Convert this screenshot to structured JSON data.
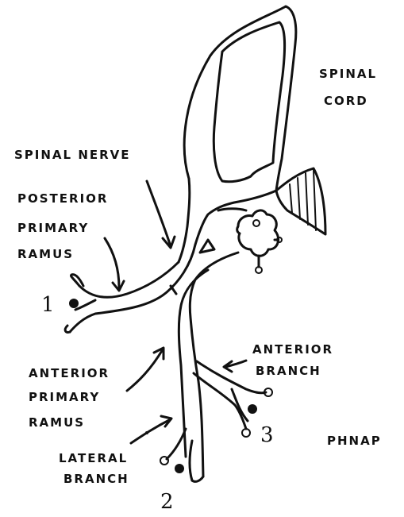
{
  "labels": {
    "spinal_cord_line1": "SPINAL",
    "spinal_cord_line2": "CORD",
    "spinal_nerve": "SPINAL NERVE",
    "posterior_line1": "POSTERIOR",
    "posterior_line2": "PRIMARY",
    "posterior_line3": "RAMUS",
    "anterior_line1": "ANTERIOR",
    "anterior_line2": "PRIMARY",
    "anterior_line3": "RAMUS",
    "anterior_branch_line1": "ANTERIOR",
    "anterior_branch_line2": "BRANCH",
    "lateral_line1": "LATERAL",
    "lateral_line2": "BRANCH",
    "signature": "PHNAP"
  },
  "numbers": {
    "one": "1",
    "two": "2",
    "three": "3"
  }
}
